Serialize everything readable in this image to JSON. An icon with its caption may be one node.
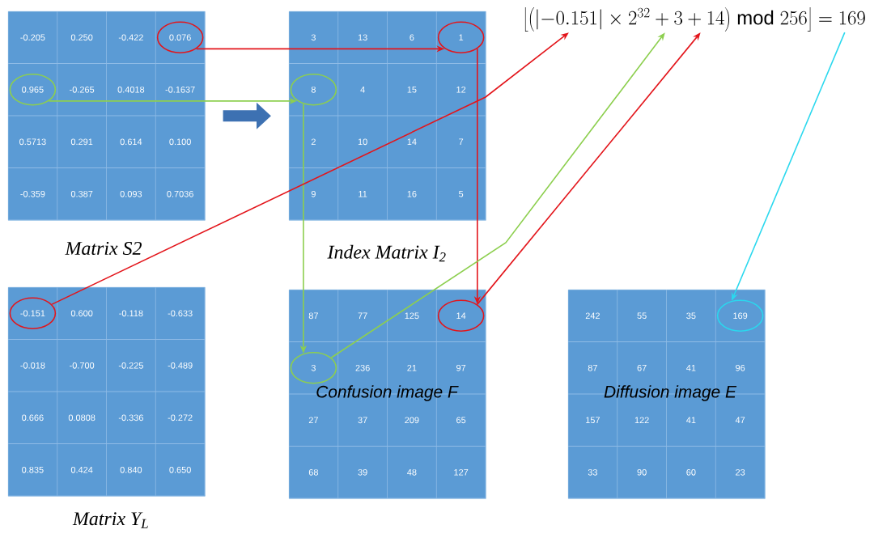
{
  "diagram": {
    "nodes": [
      {
        "text": [
          "Matrix S2"
        ]
      },
      {
        "text": [
          "-0.205"
        ],
        "in": 0
      },
      {
        "text": [
          "0.250"
        ],
        "in": 0
      },
      {
        "text": [
          "-0.422"
        ],
        "in": 0
      },
      {
        "text": [
          "0.076"
        ],
        "in": 0
      },
      {
        "text": [
          "0.965"
        ],
        "in": 0
      },
      {
        "text": [
          "-0.265"
        ],
        "in": 0
      },
      {
        "text": [
          "0.4018"
        ],
        "in": 0
      },
      {
        "text": [
          "-0.1637"
        ],
        "in": 0
      },
      {
        "text": [
          "0.5713"
        ],
        "in": 0
      },
      {
        "text": [
          "0.291"
        ],
        "in": 0
      },
      {
        "text": [
          "0.614"
        ],
        "in": 0
      },
      {
        "text": [
          "0.100"
        ],
        "in": 0
      },
      {
        "text": [
          "-0.359"
        ],
        "in": 0
      },
      {
        "text": [
          "0.387"
        ],
        "in": 0
      },
      {
        "text": [
          "0.093"
        ],
        "in": 0
      },
      {
        "text": [
          "0.7036"
        ],
        "in": 0
      },
      {
        "text": [
          "Index Matrix I$_{2}$"
        ]
      },
      {
        "text": [
          "3"
        ],
        "in": 17
      },
      {
        "text": [
          "13"
        ],
        "in": 17
      },
      {
        "text": [
          "6"
        ],
        "in": 17
      },
      {
        "text": [
          "1"
        ],
        "in": 17
      },
      {
        "text": [
          "8"
        ],
        "in": 17
      },
      {
        "text": [
          "4"
        ],
        "in": 17
      },
      {
        "text": [
          "15"
        ],
        "in": 17
      },
      {
        "text": [
          "12"
        ],
        "in": 17
      },
      {
        "text": [
          "2"
        ],
        "in": 17
      },
      {
        "text": [
          "10"
        ],
        "in": 17
      },
      {
        "text": [
          "14"
        ],
        "in": 17
      },
      {
        "text": [
          "7"
        ],
        "in": 17
      },
      {
        "text": [
          "9"
        ],
        "in": 17
      },
      {
        "text": [
          "11"
        ],
        "in": 17
      },
      {
        "text": [
          "16"
        ],
        "in": 17
      },
      {
        "text": [
          "5"
        ],
        "in": 17
      },
      {
        "text": [
          "Matrix Y$_{L}$"
        ]
      },
      {
        "text": [
          "-0.151"
        ],
        "in": 34
      },
      {
        "text": [
          "0.600"
        ],
        "in": 34
      },
      {
        "text": [
          "-0.118"
        ],
        "in": 34
      },
      {
        "text": [
          "-0.633"
        ],
        "in": 34
      },
      {
        "text": [
          "-0.018"
        ],
        "in": 34
      },
      {
        "text": [
          "-0.700"
        ],
        "in": 34
      },
      {
        "text": [
          "-0.225"
        ],
        "in": 34
      },
      {
        "text": [
          "-0.489"
        ],
        "in": 34
      },
      {
        "text": [
          "0.666"
        ],
        "in": 34
      },
      {
        "text": [
          "0.0808"
        ],
        "in": 34
      },
      {
        "text": [
          "-0.336"
        ],
        "in": 34
      },
      {
        "text": [
          "-0.272"
        ],
        "in": 34
      },
      {
        "text": [
          "0.835"
        ],
        "in": 34
      },
      {
        "text": [
          "0.424"
        ],
        "in": 34
      },
      {
        "text": [
          "0.840"
        ],
        "in": 34
      },
      {
        "text": [
          "0.650"
        ],
        "in": 34
      },
      {
        "text": [
          "Confusion image F"
        ]
      },
      {
        "text": [
          "87"
        ],
        "in": 51
      },
      {
        "text": [
          "77"
        ],
        "in": 51
      },
      {
        "text": [
          "125"
        ],
        "in": 51
      },
      {
        "text": [
          "14"
        ],
        "in": 51
      },
      {
        "text": [
          "3"
        ],
        "in": 51
      },
      {
        "text": [
          "236"
        ],
        "in": 51
      },
      {
        "text": [
          "21"
        ],
        "in": 51
      },
      {
        "text": [
          "97"
        ],
        "in": 51
      },
      {
        "text": [
          "27"
        ],
        "in": 51
      },
      {
        "text": [
          "37"
        ],
        "in": 51
      },
      {
        "text": [
          "209"
        ],
        "in": 51
      },
      {
        "text": [
          "65"
        ],
        "in": 51
      },
      {
        "text": [
          "68"
        ],
        "in": 51
      },
      {
        "text": [
          "39"
        ],
        "in": 51
      },
      {
        "text": [
          "48"
        ],
        "in": 51
      },
      {
        "text": [
          "127"
        ],
        "in": 51
      },
      {
        "text": [
          "Diffusion image E"
        ]
      },
      {
        "text": [
          "242"
        ],
        "in": 68
      },
      {
        "text": [
          "55"
        ],
        "in": 68
      },
      {
        "text": [
          "35"
        ],
        "in": 68
      },
      {
        "text": [
          "169"
        ],
        "in": 68
      },
      {
        "text": [
          "87"
        ],
        "in": 68
      },
      {
        "text": [
          "67"
        ],
        "in": 68
      },
      {
        "text": [
          "41"
        ],
        "in": 68
      },
      {
        "text": [
          "96"
        ],
        "in": 68
      },
      {
        "text": [
          "157"
        ],
        "in": 68
      },
      {
        "text": [
          "122"
        ],
        "in": 68
      },
      {
        "text": [
          "41"
        ],
        "in": 68
      },
      {
        "text": [
          "47"
        ],
        "in": 68
      },
      {
        "text": [
          "33"
        ],
        "in": 68
      },
      {
        "text": [
          "90"
        ],
        "in": 68
      },
      {
        "text": [
          "60"
        ],
        "in": 68
      },
      {
        "text": [
          "23"
        ],
        "in": 68
      },
      {
        "text": [
          "\\left\\lfloor \\left( \\left| -0.151 \\right| \\times 2^{32} + 3 + 14 \\right) \\bmod 256 \\right\\rfloor = 169"
        ]
      }
    ],
    "edges": [
      {
        "from": 4,
        "to": 21,
        "arrow": "to"
      },
      {
        "from": 5,
        "to": 22,
        "arrow": "to",
        "color": "#8dcf4f"
      },
      {
        "from": 21,
        "to": 55,
        "arrow": "to"
      },
      {
        "from": 22,
        "to": 56,
        "arrow": "to",
        "color": "#8dcf4f"
      },
      {
        "from": 35,
        "to": 85,
        "arrow": "to"
      },
      {
        "from": 56,
        "to": 85,
        "arrow": "to",
        "color": "#8dcf4f"
      },
      {
        "from": 55,
        "to": 85,
        "arrow": "to"
      },
      {
        "from": 85,
        "to": 72,
        "arrow": "to",
        "color": "#2ad8ee"
      },
      {
        "from": 0,
        "to": 17,
        "arrow": "to",
        "style": "thick",
        "color": "#3d71b2"
      }
    ]
  }
}
